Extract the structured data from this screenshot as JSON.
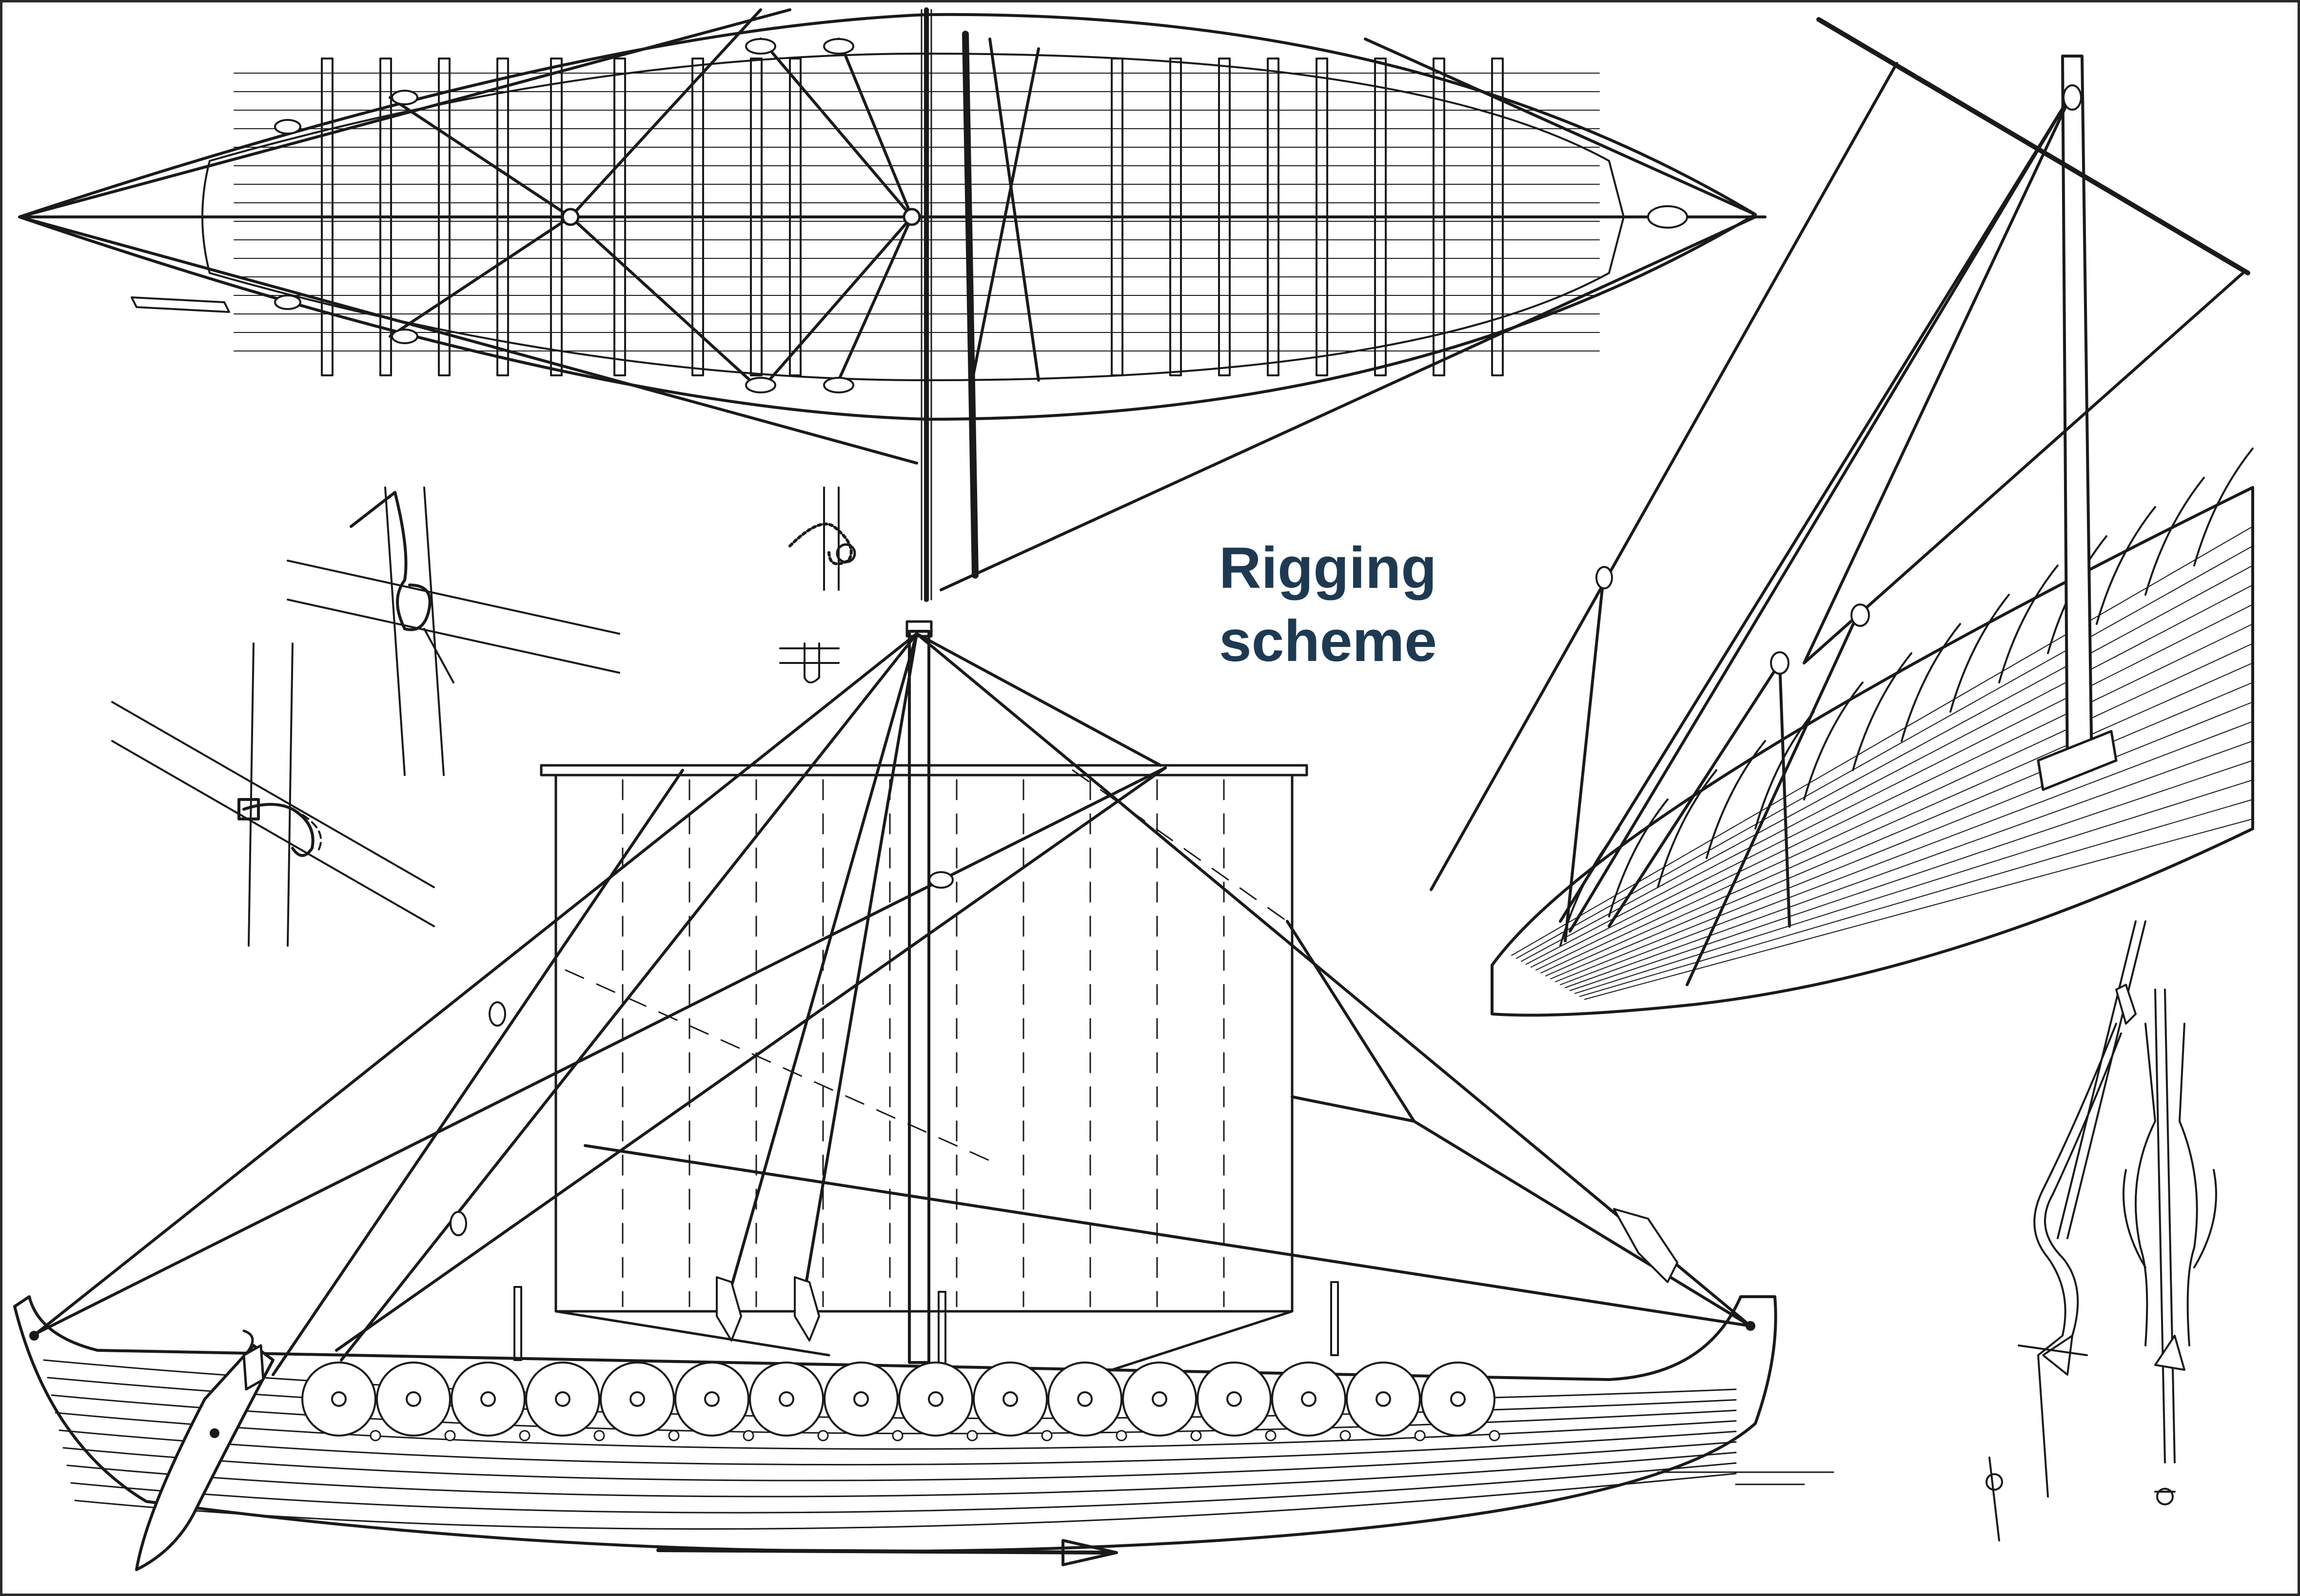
{
  "title": {
    "line1": "Rigging",
    "line2": "scheme"
  },
  "colors": {
    "title": "#1e3a52",
    "line": "#1a1a1a",
    "frame": "#2a2a2a"
  },
  "views": [
    "plan-view",
    "side-elevation",
    "perspective-hull",
    "rigging-block-details"
  ]
}
